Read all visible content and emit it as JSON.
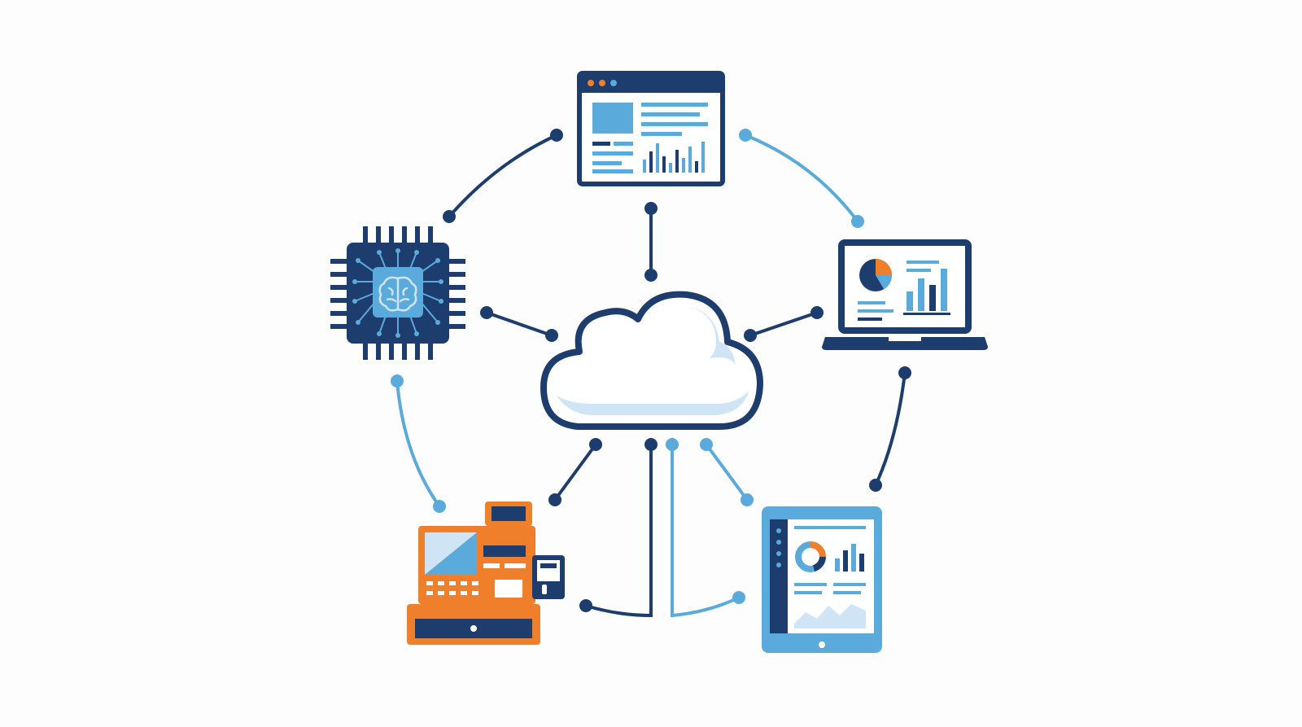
{
  "colors": {
    "navy": "#1c3d6e",
    "light_blue": "#5aaadb",
    "pale_blue": "#cfe4f5",
    "orange": "#f07f2b",
    "background": "#fdfdfd"
  },
  "nodes": [
    {
      "id": "cloud",
      "icon": "cloud-icon"
    },
    {
      "id": "dashboard",
      "icon": "browser-dashboard-icon"
    },
    {
      "id": "ai-chip",
      "icon": "ai-chip-brain-icon"
    },
    {
      "id": "laptop",
      "icon": "laptop-analytics-icon"
    },
    {
      "id": "pos",
      "icon": "cash-register-icon"
    },
    {
      "id": "tablet",
      "icon": "tablet-report-icon"
    }
  ],
  "connections": [
    {
      "from": "ai-chip",
      "to": "dashboard",
      "color": "navy"
    },
    {
      "from": "dashboard",
      "to": "laptop",
      "color": "light_blue"
    },
    {
      "from": "laptop",
      "to": "tablet",
      "color": "navy"
    },
    {
      "from": "ai-chip",
      "to": "pos",
      "color": "light_blue"
    },
    {
      "from": "pos",
      "to": "cloud",
      "color": "navy"
    },
    {
      "from": "tablet",
      "to": "cloud",
      "color": "light_blue"
    },
    {
      "from": "cloud",
      "to": "dashboard",
      "color": "navy"
    },
    {
      "from": "cloud",
      "to": "ai-chip",
      "color": "navy"
    },
    {
      "from": "cloud",
      "to": "laptop",
      "color": "navy"
    }
  ]
}
